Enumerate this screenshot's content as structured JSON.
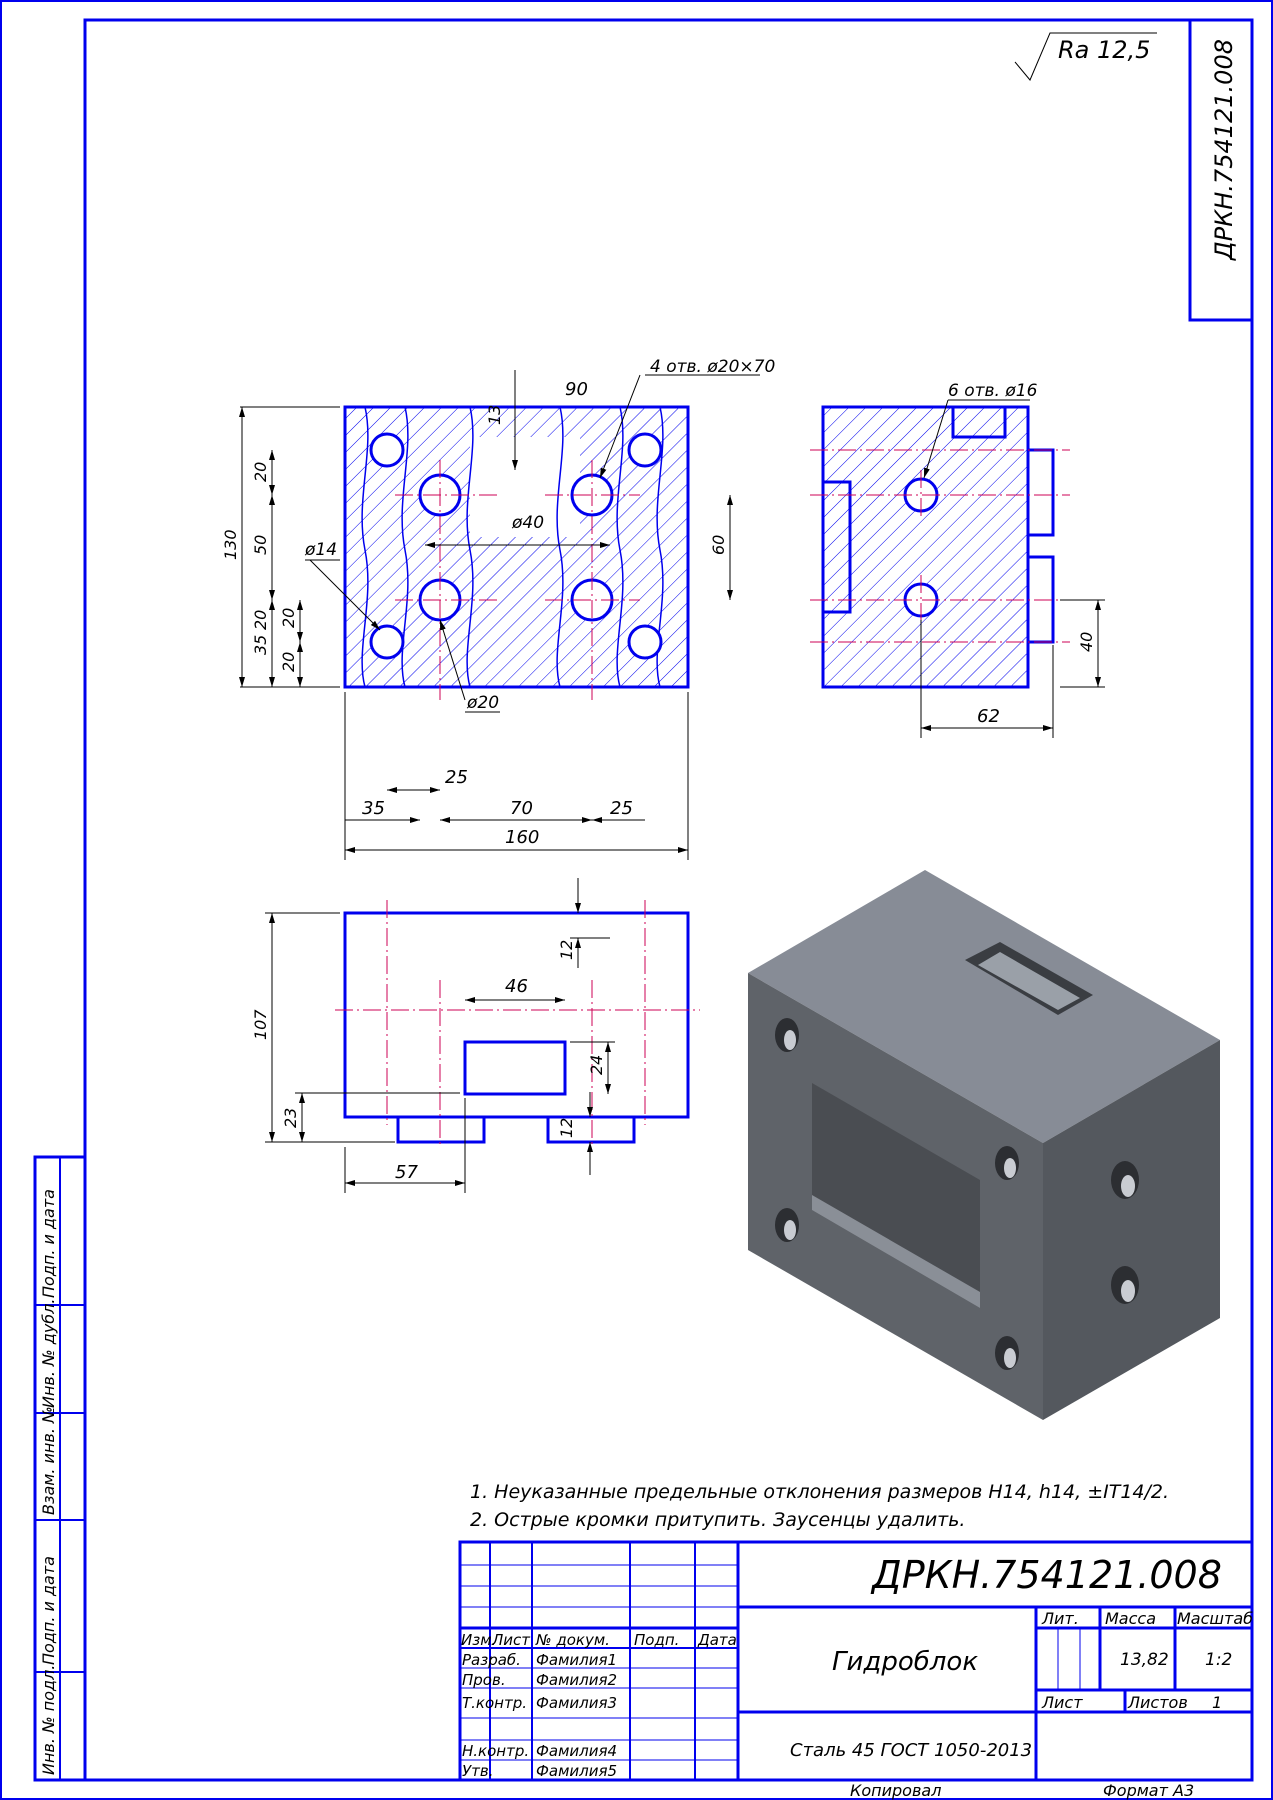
{
  "colors": {
    "outline": "#0000ee",
    "axis": "#cc0055",
    "dimension": "#000000",
    "model_top": "#878c96",
    "model_front": "#5f6369",
    "model_side": "#54585e"
  },
  "roughness": "Ra 12,5",
  "doc_code": "ДРКН.754121.008",
  "callouts": {
    "holes_4": "4 отв. ø20×70",
    "holes_6": "6 отв. ø16",
    "d14": "ø14",
    "d40": "ø40",
    "d20": "ø20"
  },
  "dims": {
    "front": {
      "w90": "90",
      "d13": "13",
      "d20a": "20",
      "d50": "50",
      "d130": "130",
      "d60": "60",
      "d20b": "20",
      "d35": "35",
      "d20c": "20",
      "d20d": "20",
      "d25a": "25",
      "d35b": "35",
      "d70": "70",
      "d25b": "25",
      "d160": "160"
    },
    "side": {
      "d40": "40",
      "d62": "62"
    },
    "top": {
      "d12a": "12",
      "d46": "46",
      "d107": "107",
      "d24": "24",
      "d23": "23",
      "d12b": "12",
      "d57": "57"
    }
  },
  "notes": [
    "1. Неуказанные предельные отклонения размеров H14, h14, ±IT14/2.",
    "2. Острые кромки притупить. Заусенцы удалить."
  ],
  "side_stamp": [
    "Инв. № подл.",
    "Подп. и дата",
    "Взам. инв. №",
    "Инв. № дубл.",
    "Подп. и дата"
  ],
  "title_block": {
    "headers": {
      "izm": "Изм.",
      "list": "Лист",
      "doc": "№ докум.",
      "sign": "Подп.",
      "date": "Дата"
    },
    "roles": [
      {
        "role": "Разраб.",
        "name": "Фамилия1"
      },
      {
        "role": "Пров.",
        "name": "Фамилия2"
      },
      {
        "role": "Т.контр.",
        "name": "Фамилия3"
      },
      {
        "role": "",
        "name": ""
      },
      {
        "role": "Н.контр.",
        "name": "Фамилия4"
      },
      {
        "role": "Утв.",
        "name": "Фамилия5"
      }
    ],
    "part_name": "Гидроблок",
    "material": "Сталь 45 ГОСТ 1050-2013",
    "lit_label": "Лит.",
    "mass_label": "Масса",
    "scale_label": "Масштаб",
    "mass": "13,82",
    "scale": "1:2",
    "sheet_label": "Лист",
    "sheets_label": "Листов",
    "sheets": "1"
  },
  "footer": {
    "copied": "Копировал",
    "format": "Формат А3"
  }
}
